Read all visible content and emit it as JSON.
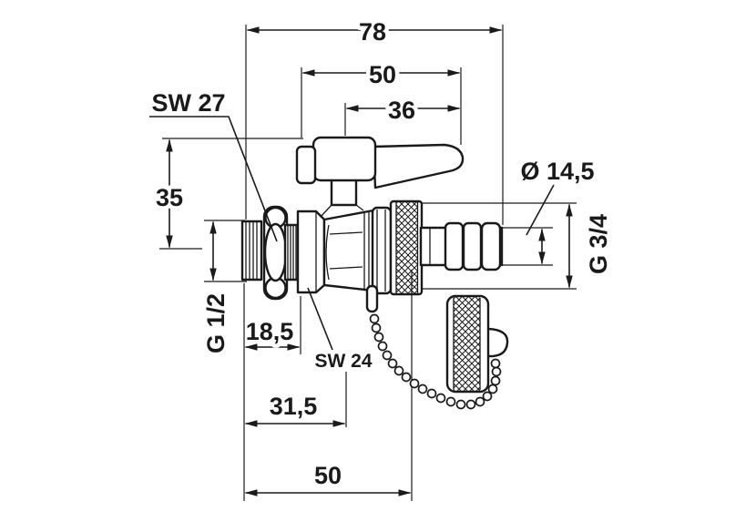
{
  "dims": {
    "overall_width": "78",
    "handle_width": "50",
    "lever_length": "36",
    "height_above_axis": "35",
    "inlet_to_union_face": "18,5",
    "inlet_to_stem_axis": "31,5",
    "inlet_to_cap_nut": "50",
    "hose_nozzle_dia": "Ø 14,5"
  },
  "labels": {
    "inlet_thread": "G 1/2",
    "outlet_thread": "G 3/4",
    "inlet_hex": "SW 27",
    "union_hex": "SW 24"
  },
  "colors": {
    "line": "#1a1a1a",
    "background": "#ffffff"
  }
}
